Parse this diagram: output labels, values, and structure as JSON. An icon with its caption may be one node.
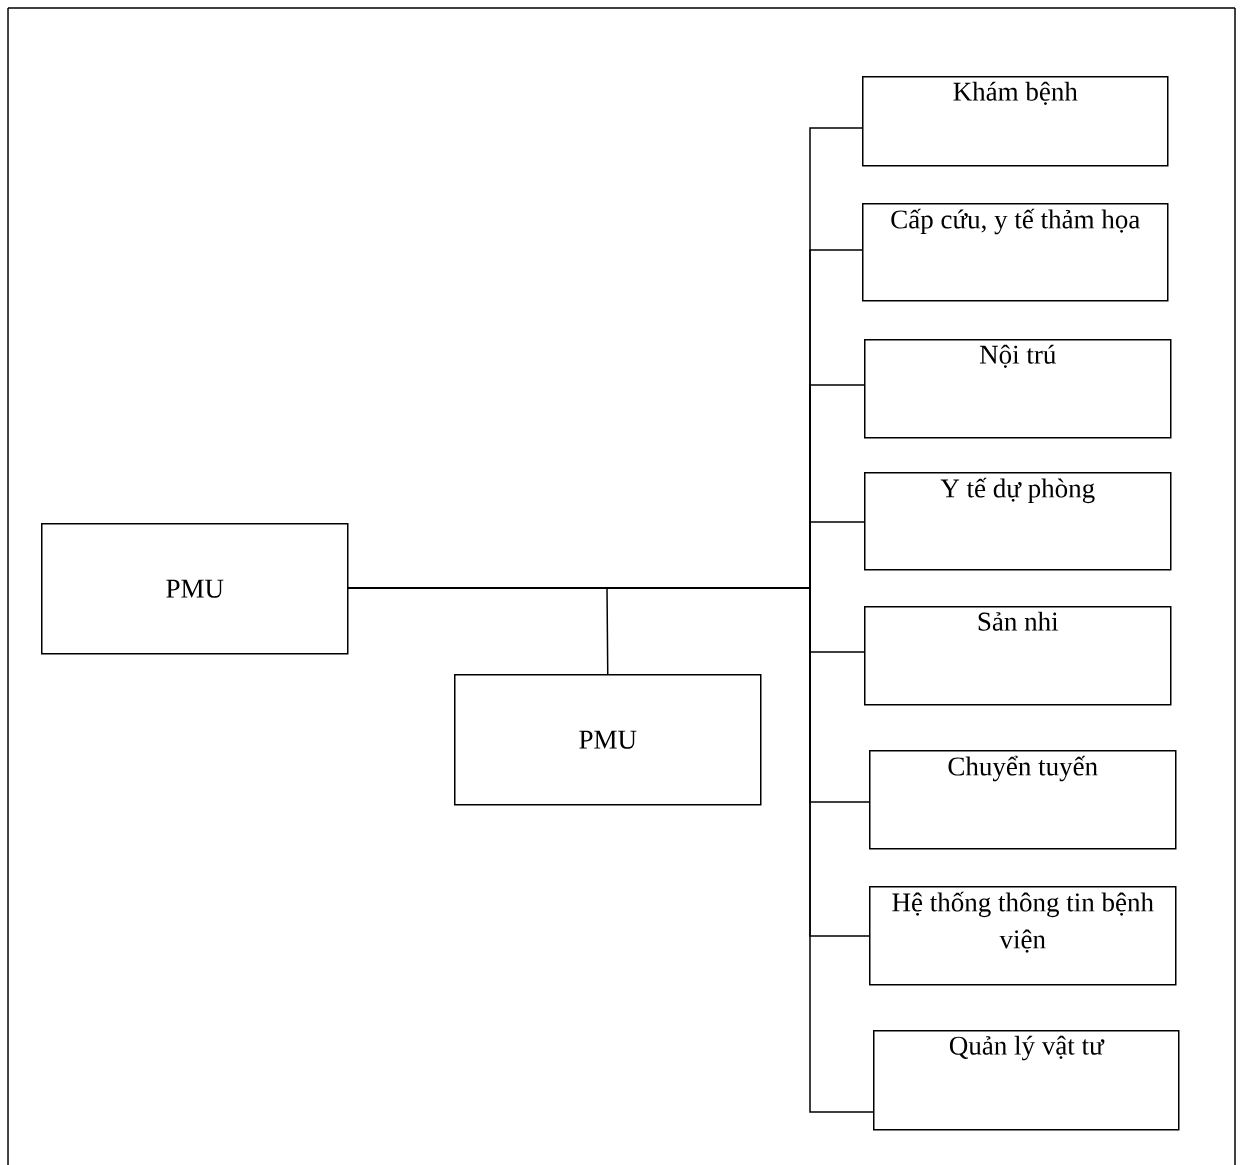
{
  "diagram": {
    "nodes": [
      {
        "text": [
          "PMU"
        ]
      },
      {
        "text": [
          "PMU"
        ]
      },
      {
        "text": [
          "Khám bệnh"
        ]
      },
      {
        "text": [
          "Cấp cứu, y tế thảm họa"
        ]
      },
      {
        "text": [
          "Nội trú"
        ]
      },
      {
        "text": [
          "Y tế dự phòng"
        ]
      },
      {
        "text": [
          "Sản nhi"
        ]
      },
      {
        "text": [
          "Chuyển tuyến"
        ]
      },
      {
        "text": [
          "Hệ thống thông tin bệnh viện"
        ]
      },
      {
        "text": [
          "Quản lý vật tư"
        ]
      }
    ],
    "edges": [
      {
        "from": 0,
        "to": 1,
        "arrow": "none"
      },
      {
        "from": 0,
        "to": 2,
        "arrow": "none"
      },
      {
        "from": 0,
        "to": 3,
        "arrow": "none"
      },
      {
        "from": 0,
        "to": 4,
        "arrow": "none"
      },
      {
        "from": 0,
        "to": 5,
        "arrow": "none"
      },
      {
        "from": 0,
        "to": 6,
        "arrow": "none"
      },
      {
        "from": 0,
        "to": 7,
        "arrow": "none"
      },
      {
        "from": 0,
        "to": 8,
        "arrow": "none"
      },
      {
        "from": 0,
        "to": 9,
        "arrow": "none"
      }
    ]
  }
}
